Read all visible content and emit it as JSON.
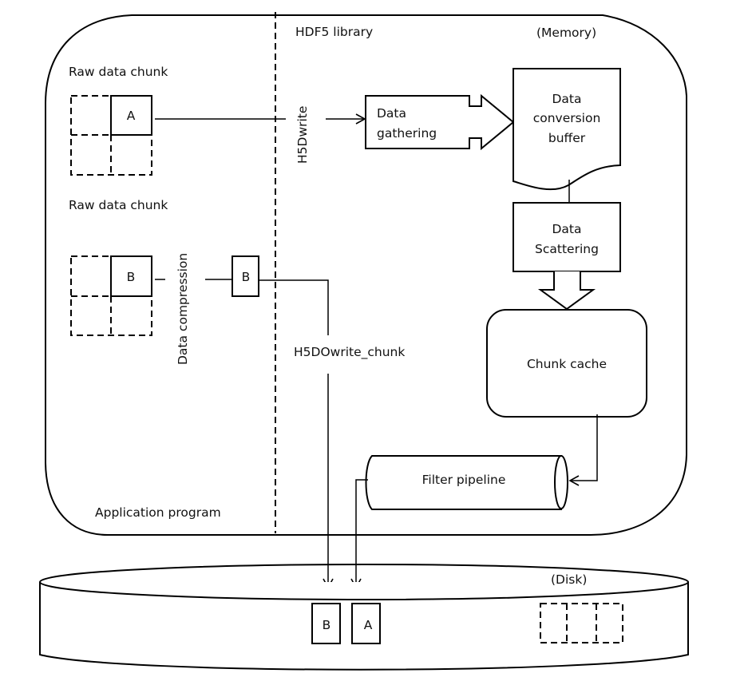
{
  "regions": {
    "library_label": "HDF5 library",
    "memory_label": "(Memory)",
    "application_label": "Application program",
    "disk_label": "(Disk)"
  },
  "application": {
    "raw_chunk_a_label": "Raw data chunk",
    "raw_chunk_b_label": "Raw data chunk",
    "chunk_a_letter": "A",
    "chunk_b_letter": "B",
    "compression_label": "Data compression",
    "compressed_b_letter": "B"
  },
  "calls": {
    "h5dwrite": "H5Dwrite",
    "h5dowrite_chunk": "H5DOwrite_chunk"
  },
  "library": {
    "gathering_line1": "Data",
    "gathering_line2": "gathering",
    "conversion_line1": "Data",
    "conversion_line2": "conversion",
    "conversion_line3": "buffer",
    "scattering_line1": "Data",
    "scattering_line2": "Scattering",
    "chunk_cache": "Chunk cache",
    "filter_pipeline": "Filter pipeline"
  },
  "disk": {
    "chunk_b_letter": "B",
    "chunk_a_letter": "A"
  }
}
